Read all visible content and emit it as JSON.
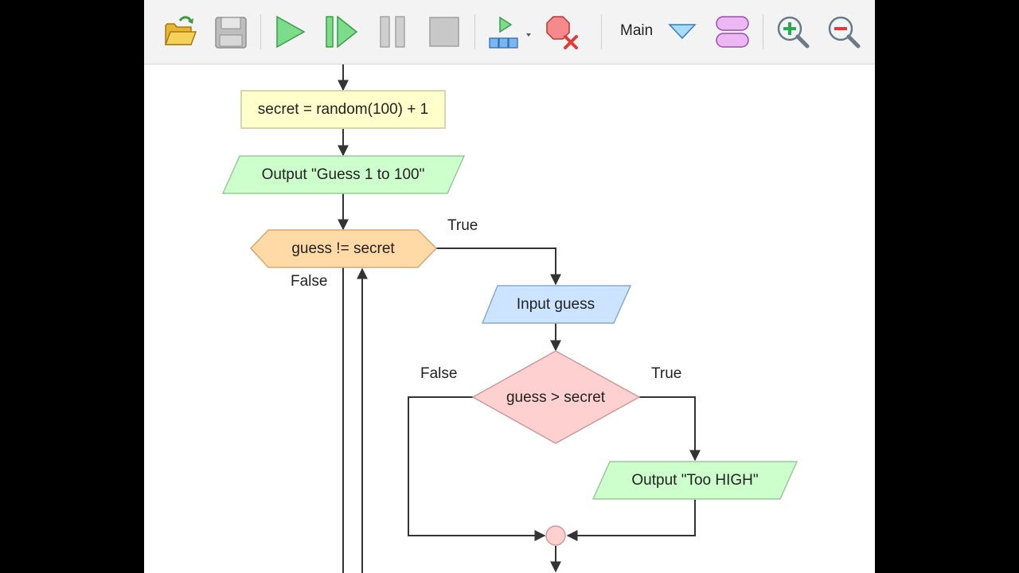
{
  "toolbar": {
    "items": [
      {
        "name": "open-button",
        "icon": "folder-open-icon"
      },
      {
        "name": "save-button",
        "icon": "floppy-disk-icon"
      },
      {
        "name": "run-button",
        "icon": "play-icon"
      },
      {
        "name": "step-button",
        "icon": "step-forward-icon"
      },
      {
        "name": "pause-button",
        "icon": "pause-icon"
      },
      {
        "name": "stop-button",
        "icon": "stop-icon"
      },
      {
        "name": "speed-dropdown-button",
        "icon": "run-speed-icon"
      },
      {
        "name": "clear-breakpoints-button",
        "icon": "breakpoint-clear-icon"
      },
      {
        "name": "function-dropdown",
        "icon": "triangle-down-icon"
      },
      {
        "name": "add-function-button",
        "icon": "function-icon"
      },
      {
        "name": "zoom-in-button",
        "icon": "zoom-in-icon"
      },
      {
        "name": "zoom-out-button",
        "icon": "zoom-out-icon"
      }
    ],
    "function_label": "Main"
  },
  "flowchart": {
    "nodes": {
      "assign": {
        "text": "secret = random(100) + 1",
        "fill": "#ffffcc",
        "stroke": "#c8c89a"
      },
      "output_guess": {
        "text": "Output \"Guess 1 to 100\"",
        "fill": "#ccffcc",
        "stroke": "#9ac89a"
      },
      "loop": {
        "text": "guess != secret",
        "fill": "#ffd9a6",
        "stroke": "#d6a870"
      },
      "input_guess": {
        "text": "Input guess",
        "fill": "#cce4ff",
        "stroke": "#8aa9cc"
      },
      "if_high": {
        "text": "guess > secret",
        "fill": "#ffd0d0",
        "stroke": "#cc9a9a"
      },
      "output_high": {
        "text": "Output \"Too HIGH\"",
        "fill": "#ccffcc",
        "stroke": "#9ac89a"
      }
    },
    "labels": {
      "loop_true": "True",
      "loop_false": "False",
      "if_false": "False",
      "if_true": "True"
    }
  }
}
